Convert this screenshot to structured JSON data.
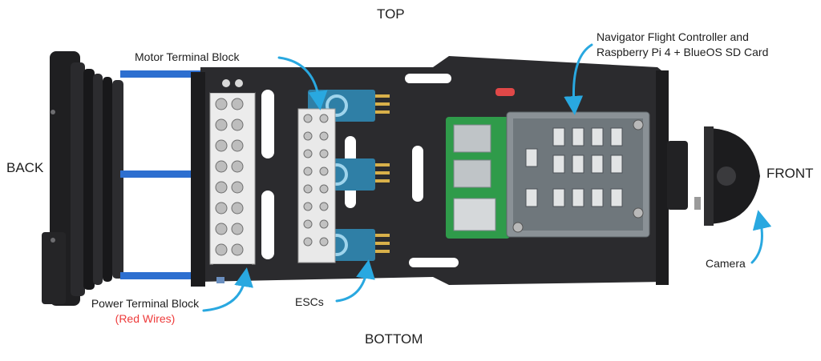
{
  "orientation": {
    "top": "TOP",
    "bottom": "BOTTOM",
    "back": "BACK",
    "front": "FRONT"
  },
  "callouts": {
    "motor_terminal_block": "Motor Terminal Block",
    "navigator_line1": "Navigator Flight Controller and",
    "navigator_line2": "Raspberry Pi 4 + BlueOS SD Card",
    "power_terminal_block": "Power Terminal Block",
    "power_terminal_note": "(Red Wires)",
    "escs": "ESCs",
    "camera": "Camera"
  },
  "colors": {
    "arrow": "#29a8e0",
    "frame": "#2b2b2e",
    "blue_rod": "#2d6fd0",
    "esc_blue": "#2f7fa6",
    "pcb_green": "#2f9b4a",
    "navigator_grey": "#8a9196",
    "warning_red": "#ee3b3b"
  }
}
